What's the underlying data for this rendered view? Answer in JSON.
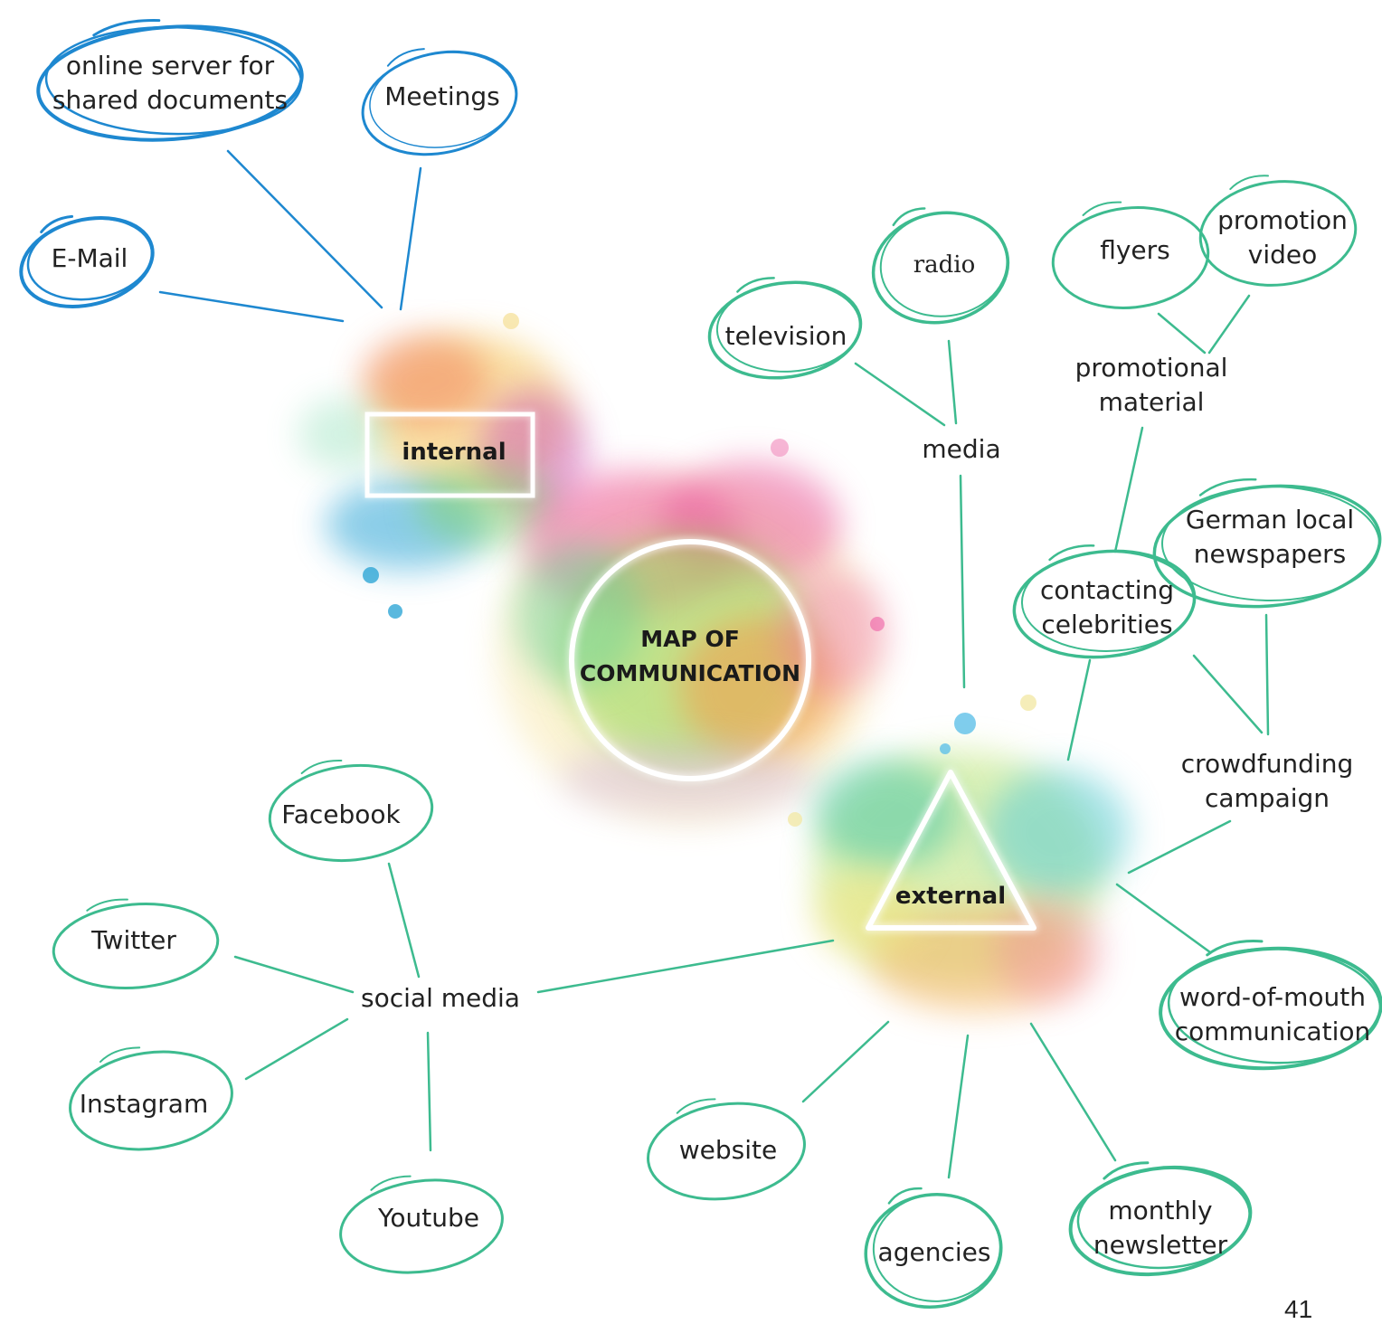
{
  "title_lines": [
    "MAP OF",
    "COMMUNICATION"
  ],
  "internal": {
    "label": "internal",
    "items": [
      {
        "id": "online-server",
        "lines": [
          "online server for",
          "shared documents"
        ]
      },
      {
        "id": "meetings",
        "lines": [
          "Meetings"
        ]
      },
      {
        "id": "email",
        "lines": [
          "E-Mail"
        ]
      }
    ]
  },
  "external": {
    "label": "external",
    "media": {
      "label": "media",
      "items": [
        {
          "id": "television",
          "lines": [
            "television"
          ]
        },
        {
          "id": "radio",
          "lines": [
            "radio"
          ]
        }
      ]
    },
    "promotional_material": {
      "lines": [
        "promotional",
        "material"
      ],
      "items": [
        {
          "id": "flyers",
          "lines": [
            "flyers"
          ]
        },
        {
          "id": "promotion-video",
          "lines": [
            "promotion",
            "video"
          ]
        },
        {
          "id": "contacting-celebrities",
          "lines": [
            "contacting",
            "celebrities"
          ]
        }
      ]
    },
    "crowdfunding": {
      "lines": [
        "crowdfunding",
        "campaign"
      ],
      "items": [
        {
          "id": "german-newspapers",
          "lines": [
            "German local",
            "newspapers"
          ]
        }
      ]
    },
    "social_media": {
      "label": "social media",
      "items": [
        {
          "id": "facebook",
          "lines": [
            "Facebook"
          ]
        },
        {
          "id": "twitter",
          "lines": [
            "Twitter"
          ]
        },
        {
          "id": "instagram",
          "lines": [
            "Instagram"
          ]
        },
        {
          "id": "youtube",
          "lines": [
            "Youtube"
          ]
        }
      ]
    },
    "direct_items": [
      {
        "id": "word-of-mouth",
        "lines": [
          "word-of-mouth",
          "communication"
        ]
      },
      {
        "id": "website",
        "lines": [
          "website"
        ]
      },
      {
        "id": "agencies",
        "lines": [
          "agencies"
        ]
      },
      {
        "id": "monthly-newsletter",
        "lines": [
          "monthly",
          "newsletter"
        ]
      }
    ]
  },
  "page_number": "41",
  "colors": {
    "internal_accent": "#1e88d0",
    "external_accent": "#3dbb8f",
    "text": "#222222"
  }
}
